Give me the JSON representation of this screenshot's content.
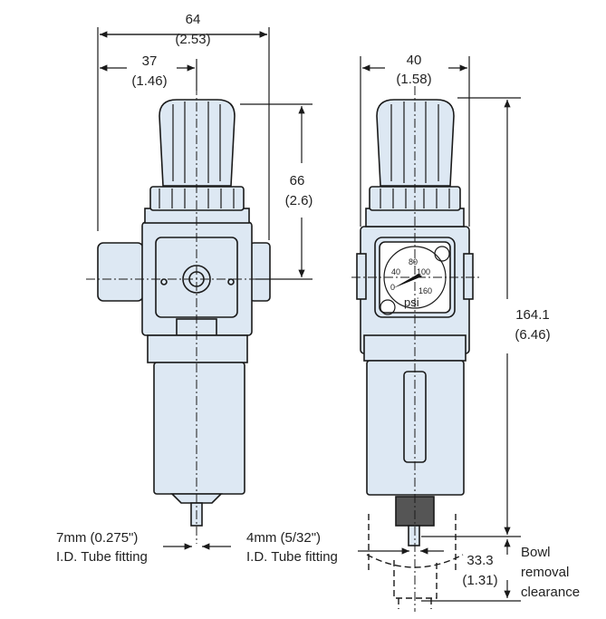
{
  "dimensions": {
    "overall_width": {
      "mm": "64",
      "in": "(2.53)"
    },
    "port_offset": {
      "mm": "37",
      "in": "(1.46)"
    },
    "knob_height": {
      "mm": "66",
      "in": "(2.6)"
    },
    "side_width": {
      "mm": "40",
      "in": "(1.58)"
    },
    "overall_height": {
      "mm": "164.1",
      "in": "(6.46)"
    },
    "bowl_clearance": {
      "mm": "33.3",
      "in": "(1.31)"
    }
  },
  "labels": {
    "tube_7mm_line1": "7mm (0.275\")",
    "tube_7mm_line2": "I.D. Tube fitting",
    "tube_4mm_line1": "4mm (5/32\")",
    "tube_4mm_line2": "I.D. Tube fitting",
    "bowl_line1": "Bowl",
    "bowl_line2": "removal",
    "bowl_line3": "clearance"
  },
  "gauge": {
    "ticks": [
      "0",
      "40",
      "80",
      "100",
      "160"
    ],
    "unit": "psi"
  },
  "colors": {
    "body_fill": "#dde8f3",
    "line": "#1a1a1a"
  }
}
